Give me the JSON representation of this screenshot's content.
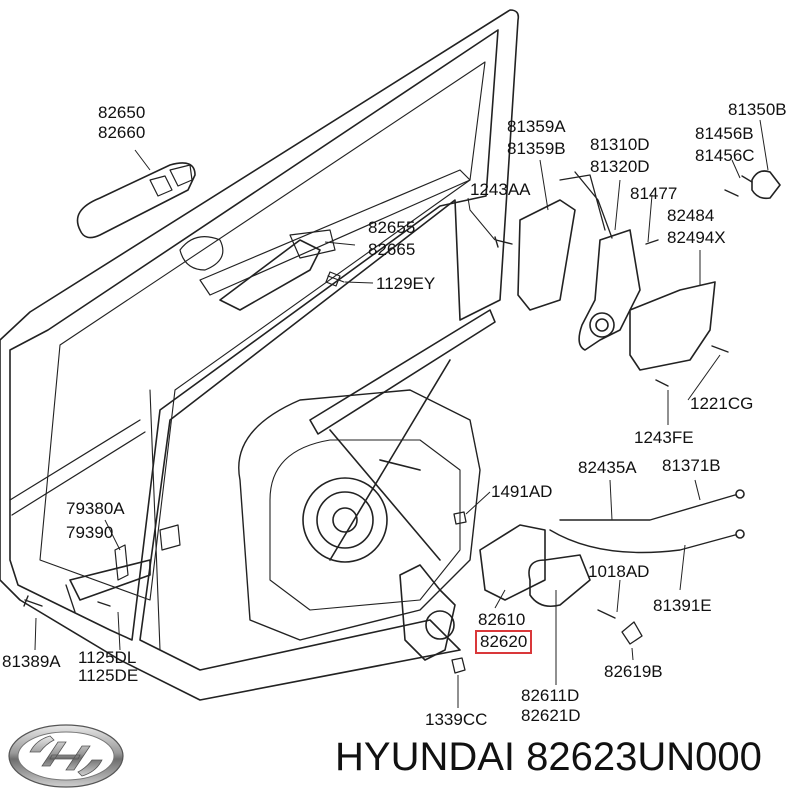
{
  "labels": {
    "p82650": "82650",
    "p82660": "82660",
    "p82655": "82655",
    "p82665": "82665",
    "p1129EY": "1129EY",
    "p81359A": "81359A",
    "p81359B": "81359B",
    "p1243AA": "1243AA",
    "p81310D": "81310D",
    "p81320D": "81320D",
    "p81477": "81477",
    "p81350B": "81350B",
    "p81456B": "81456B",
    "p81456C": "81456C",
    "p82484": "82484",
    "p82494X": "82494X",
    "p1221CG": "1221CG",
    "p1243FE": "1243FE",
    "p82435A": "82435A",
    "p81371B": "81371B",
    "p1491AD": "1491AD",
    "p1018AD": "1018AD",
    "p81391E": "81391E",
    "p79380A": "79380A",
    "p79390": "79390",
    "p82610": "82610",
    "p82620": "82620",
    "p82619B": "82619B",
    "p81389A": "81389A",
    "p1125DL": "1125DL",
    "p1125DE": "1125DE",
    "p82611D": "82611D",
    "p82621D": "82621D",
    "p1339CC": "1339CC"
  },
  "brand": {
    "caption": "HYUNDAI 82623UN000",
    "logo_icon": "hyundai-logo-icon"
  },
  "colors": {
    "highlight_box": "#d9383a",
    "line": "#222222"
  }
}
